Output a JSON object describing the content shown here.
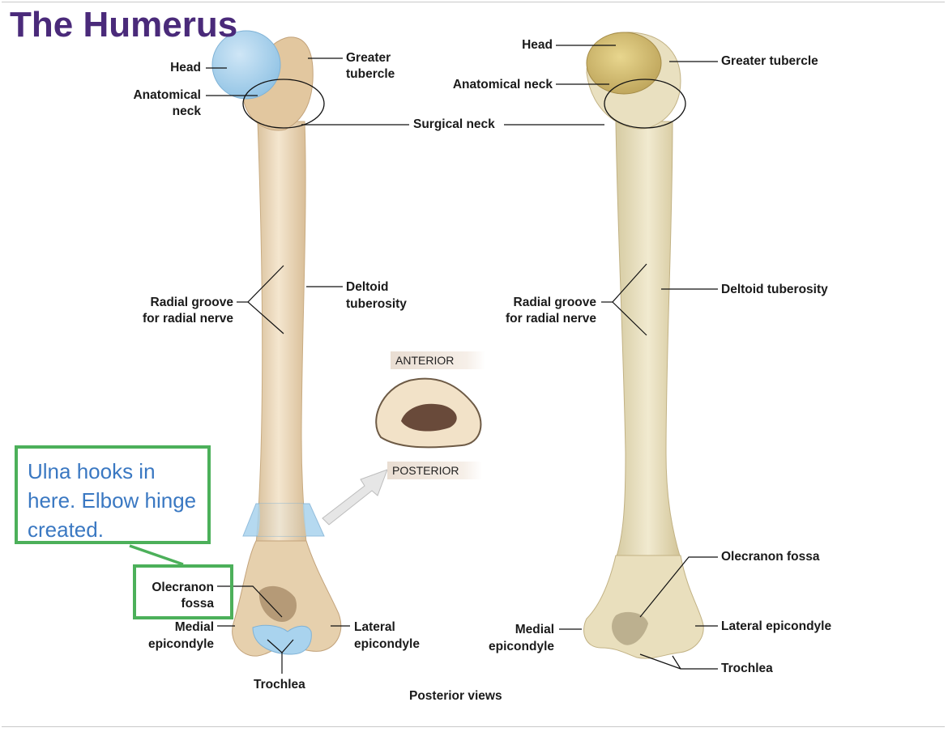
{
  "title": "The Humerus",
  "caption": "Posterior views",
  "labels_left": {
    "head": "Head",
    "anatomical_neck_1": "Anatomical",
    "anatomical_neck_2": "neck",
    "greater_tubercle_1": "Greater",
    "greater_tubercle_2": "tubercle",
    "surgical_neck": "Surgical neck",
    "radial_groove_1": "Radial groove",
    "radial_groove_2": "for radial nerve",
    "deltoid_1": "Deltoid",
    "deltoid_2": "tuberosity",
    "olecranon_1": "Olecranon",
    "olecranon_2": "fossa",
    "medial_1": "Medial",
    "medial_2": "epicondyle",
    "lateral_1": "Lateral",
    "lateral_2": "epicondyle",
    "trochlea": "Trochlea"
  },
  "labels_right": {
    "head": "Head",
    "anatomical_neck": "Anatomical neck",
    "greater_tubercle": "Greater tubercle",
    "radial_groove_1": "Radial groove",
    "radial_groove_2": "for radial nerve",
    "deltoid": "Deltoid tuberosity",
    "olecranon": "Olecranon fossa",
    "medial_1": "Medial",
    "medial_2": "epicondyle",
    "lateral": "Lateral epicondyle",
    "trochlea": "Trochlea"
  },
  "cross_section": {
    "anterior": "ANTERIOR",
    "posterior": "POSTERIOR"
  },
  "note": "Ulna hooks in here. Elbow hinge created.",
  "colors": {
    "title": "#4a2a7a",
    "note_text": "#3a78c2",
    "note_border": "#4cb05a",
    "highlight_blue": "#a9d3ee",
    "bone": "#eedcc0"
  }
}
